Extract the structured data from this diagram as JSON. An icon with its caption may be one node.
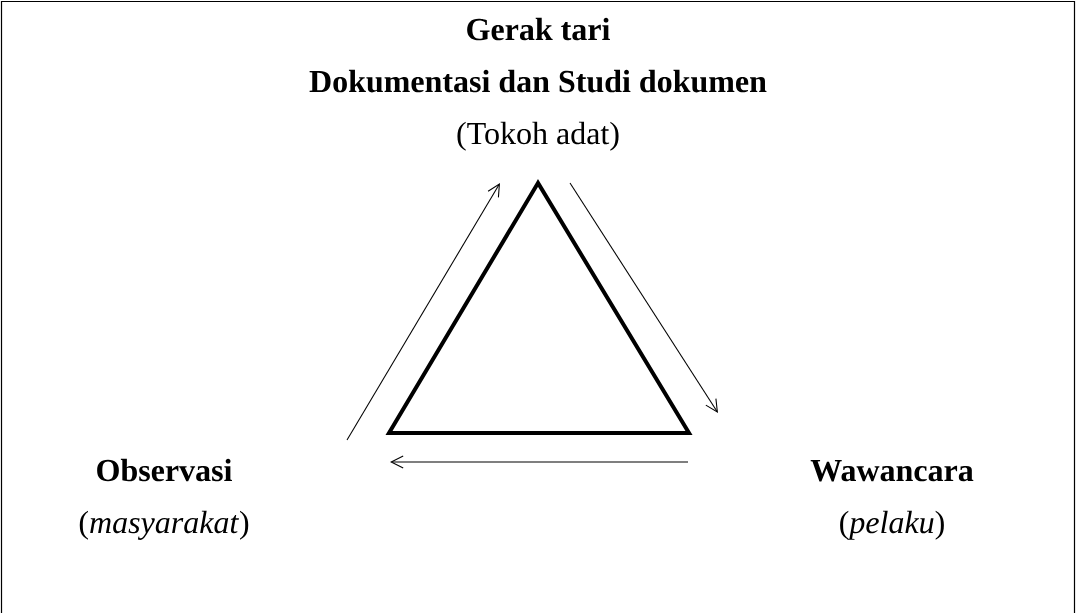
{
  "diagram": {
    "nodes": [
      {
        "text": [
          "Gerak tari",
          "Dokumentasi dan Studi dokumen",
          "(Tokoh adat)"
        ]
      },
      {
        "text": [
          "Observasi",
          "(*masyarakat*)"
        ]
      },
      {
        "text": [
          "Wawancara",
          "(*pelaku*)"
        ]
      }
    ]
  }
}
